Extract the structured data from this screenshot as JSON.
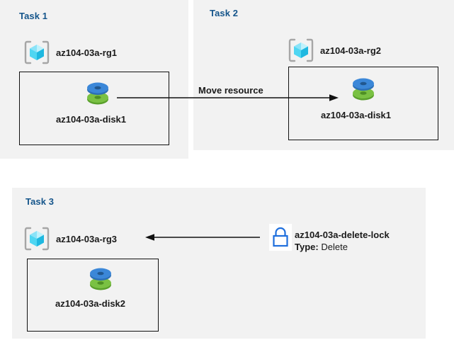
{
  "diagram": {
    "title": "Azure resource group tasks diagram",
    "colors": {
      "panel_background": "#f2f2f2",
      "page_background": "#ffffff",
      "task_title": "#15558b",
      "box_border": "#111111",
      "disk_blue": "#3b87d8",
      "disk_green": "#6fb22d",
      "cube_cyan": "#33d6f5",
      "bracket_grey": "#a6a6a6",
      "lock_blue": "#1f6fdd",
      "text": "#1a1a1a"
    }
  },
  "panels": [
    {
      "id": "task1",
      "title": "Task 1",
      "resource_group": {
        "label": "az104-03a-rg1",
        "icon": "resource-group-icon"
      },
      "resource": {
        "label": "az104-03a-disk1",
        "icon": "managed-disk-icon"
      }
    },
    {
      "id": "task2",
      "title": "Task 2",
      "resource_group": {
        "label": "az104-03a-rg2",
        "icon": "resource-group-icon"
      },
      "resource": {
        "label": "az104-03a-disk1",
        "icon": "managed-disk-icon"
      }
    },
    {
      "id": "task3",
      "title": "Task 3",
      "resource_group": {
        "label": "az104-03a-rg3",
        "icon": "resource-group-icon"
      },
      "resource": {
        "label": "az104-03a-disk2",
        "icon": "managed-disk-icon"
      },
      "lock": {
        "icon": "lock-icon",
        "name": "az104-03a-delete-lock",
        "type_key": "Type:",
        "type_value": "Delete"
      }
    }
  ],
  "arrows": [
    {
      "id": "move-resource",
      "caption": "Move resource",
      "direction": "right",
      "from": "az104-03a-disk1 (Task 1)",
      "to": "az104-03a-disk1 (Task 2)"
    },
    {
      "id": "lock-applies-to",
      "caption": "",
      "direction": "left",
      "from": "az104-03a-delete-lock",
      "to": "az104-03a-rg3"
    }
  ]
}
